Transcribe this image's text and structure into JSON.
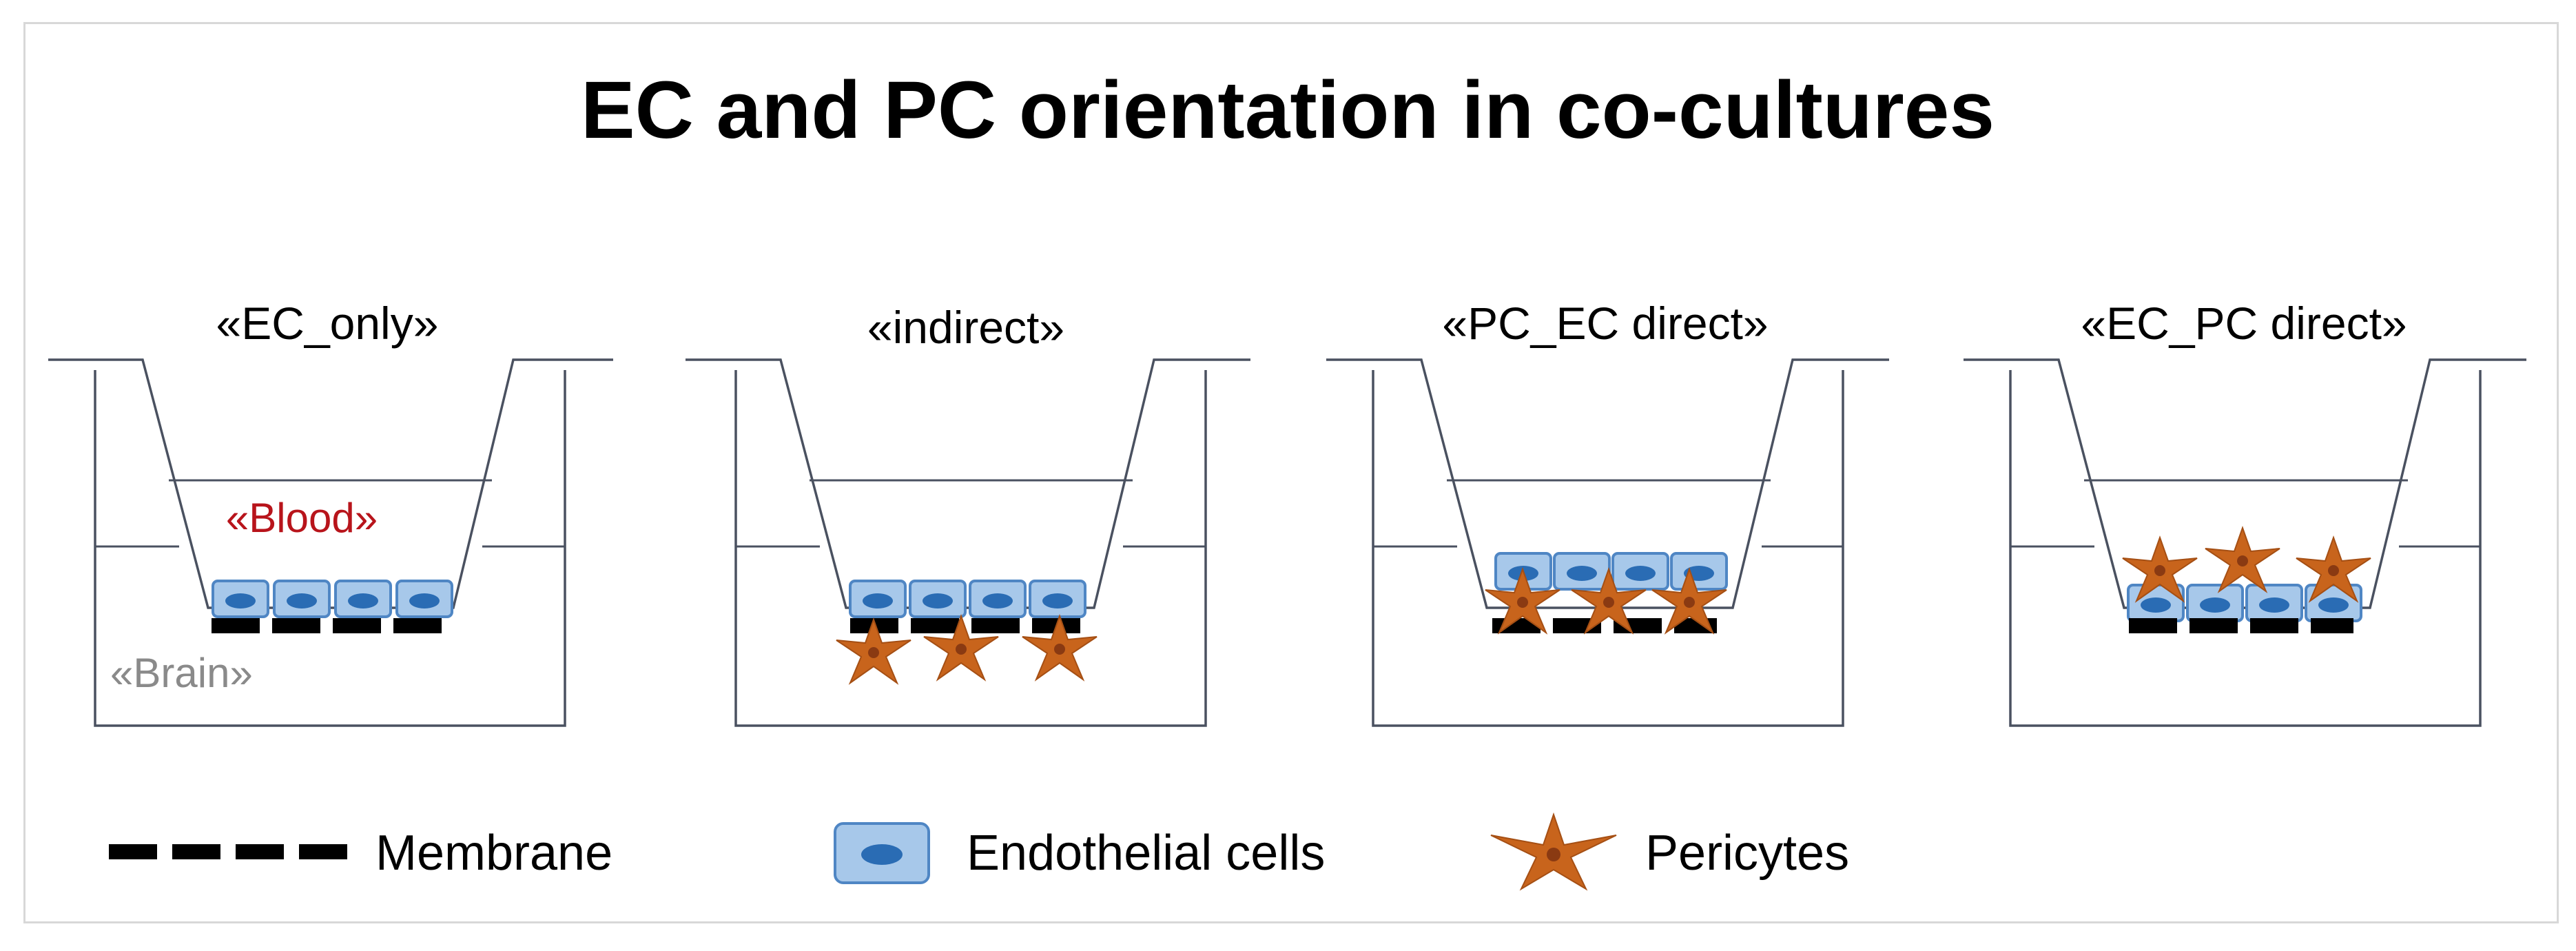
{
  "title": "EC and PC orientation in co-cultures",
  "panels": [
    {
      "label": "«EC_only»",
      "blood_label": "«Blood»",
      "brain_label": "«Brain»",
      "pericytes": "none"
    },
    {
      "label": "«indirect»",
      "pericytes": "below_membrane"
    },
    {
      "label": "«PC_EC direct»",
      "pericytes": "between_membrane_and_endothelium"
    },
    {
      "label": "«EC_PC direct»",
      "pericytes": "above_endothelium"
    }
  ],
  "legend": {
    "membrane": "Membrane",
    "endothelial": "Endothelial cells",
    "pericytes": "Pericytes"
  },
  "colors": {
    "endothelial_fill": "#a7c8ea",
    "endothelial_nucleus": "#2a6cb4",
    "pericyte": "#c8641c",
    "membrane": "#000000",
    "blood_label": "#b8141b",
    "brain_label": "#8a8a8a"
  }
}
